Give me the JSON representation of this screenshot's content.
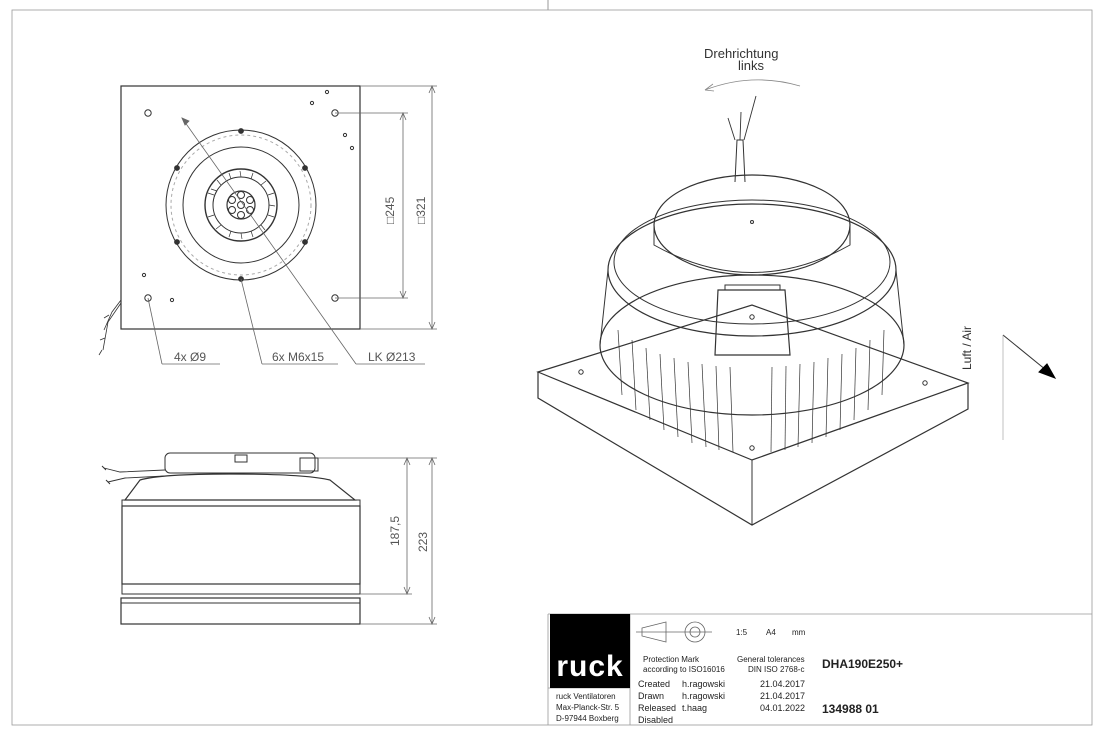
{
  "drawing": {
    "rotation_label_line1": "Drehrichtung",
    "rotation_label_line2": "links",
    "airflow_label": "Luft / Air",
    "dims": {
      "inner_square": "□245",
      "outer_square": "□321",
      "holes": "4x  Ø9",
      "threads": "6x  M6x15",
      "bolt_circle": "LK Ø213",
      "h_inner": "187,5",
      "h_outer": "223"
    }
  },
  "title_block": {
    "logo_text": "ruck",
    "company_line1": "ruck Ventilatoren",
    "company_line2": "Max-Planck-Str. 5",
    "company_line3": "D-97944 Boxberg",
    "scale": "1:5",
    "format": "A4",
    "unit": "mm",
    "protection_line1": "Protection Mark",
    "protection_line2": "according to ISO16016",
    "tolerances_line1": "General tolerances",
    "tolerances_line2": "DIN ISO 2768-c",
    "product": "DHA190E250+",
    "created_label": "Created",
    "created_by": "h.ragowski",
    "created_date": "21.04.2017",
    "drawn_label": "Drawn",
    "drawn_by": "h.ragowski",
    "drawn_date": "21.04.2017",
    "released_label": "Released",
    "released_by": "t.haag",
    "released_date": "04.01.2022",
    "disabled_label": "Disabled",
    "drawing_number": "134988 01"
  }
}
